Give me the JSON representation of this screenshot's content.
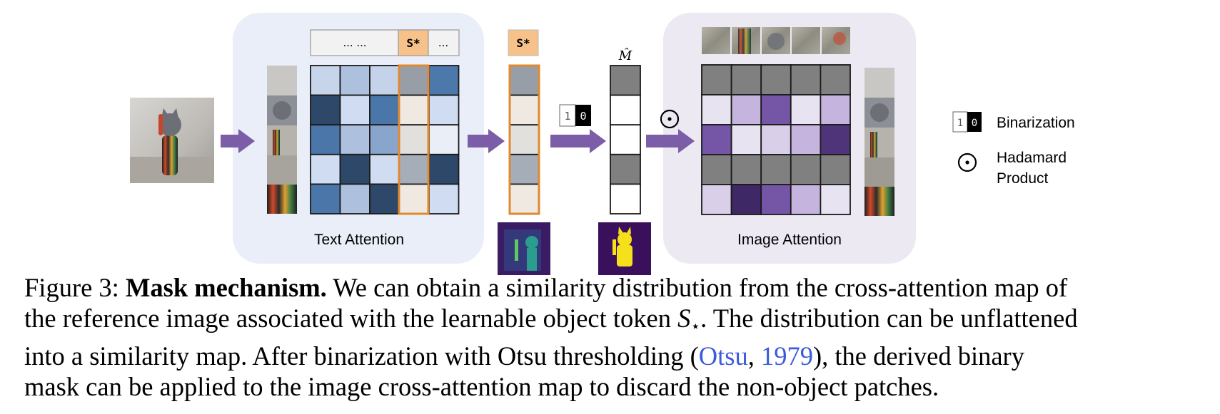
{
  "figure": {
    "token_slots": [
      "... ...",
      "S*",
      "..."
    ],
    "token_label": "S*",
    "mhat_label": "M̂",
    "binary_icon": [
      "1",
      "0"
    ],
    "hadamard_symbol": "⊙",
    "text_attention_label": "Text Attention",
    "image_attention_label": "Image Attention",
    "legend": {
      "binarization": "Binarization",
      "hadamard_line1": "Hadamard",
      "hadamard_line2": "Product"
    },
    "text_attention_matrix": [
      [
        "#c7d5ea",
        "#adc1df",
        "#c5d3ea",
        "#989ea8",
        "#4d78ab"
      ],
      [
        "#2d4869",
        "#cfdcf1",
        "#4a76aa",
        "#efe9e2",
        "#cfdcf1"
      ],
      [
        "#4a76aa",
        "#adc1df",
        "#89a5cc",
        "#e1e0dd",
        "#e9eef7"
      ],
      [
        "#cfdcf1",
        "#2d4869",
        "#cfdcf1",
        "#a5adb9",
        "#2d4869"
      ],
      [
        "#4a76aa",
        "#adc1df",
        "#2d4869",
        "#efe9e2",
        "#cfdcf1"
      ]
    ],
    "token_column": [
      "#989ea8",
      "#efe9e2",
      "#e1e0dd",
      "#a5adb9",
      "#efe9e2"
    ],
    "mask_column": [
      "#808080",
      "#ffffff",
      "#ffffff",
      "#808080",
      "#ffffff"
    ],
    "image_attention_matrix": [
      [
        "#808080",
        "#808080",
        "#808080",
        "#808080",
        "#808080"
      ],
      [
        "#e8e3f1",
        "#c5b4dd",
        "#7455a6",
        "#e8e3f1",
        "#c5b4dd"
      ],
      [
        "#7455a6",
        "#e8e3f1",
        "#d9cfe8",
        "#c5b4dd",
        "#503479"
      ],
      [
        "#808080",
        "#808080",
        "#808080",
        "#808080",
        "#808080"
      ],
      [
        "#d9cfe8",
        "#3f2866",
        "#7455a6",
        "#c5b4dd",
        "#e8e3f1"
      ]
    ],
    "colors": {
      "panel_text": "#eaeef8",
      "panel_image": "#ece9f3",
      "arrow": "#7b5ea7",
      "highlight": "#e0892e",
      "token_fill": "#f6c28a"
    }
  },
  "caption": {
    "prefix": "Figure 3: ",
    "bold": "Mask mechanism.",
    "line1_rest": " We can obtain a similarity distribution from the cross-attention map of",
    "line2_pre": "the reference image associated with the learnable object token ",
    "token_base": "S",
    "token_sub": "⋆",
    "line2_post": ". The distribution can be unflattened",
    "line3_pre": "into a similarity map.  After binarization with Otsu thresholding (",
    "cite_name": "Otsu",
    "cite_sep": ", ",
    "cite_year": "1979",
    "line3_post": "), the derived binary",
    "line4": "mask can be applied to the image cross-attention map to discard the non-object patches."
  }
}
